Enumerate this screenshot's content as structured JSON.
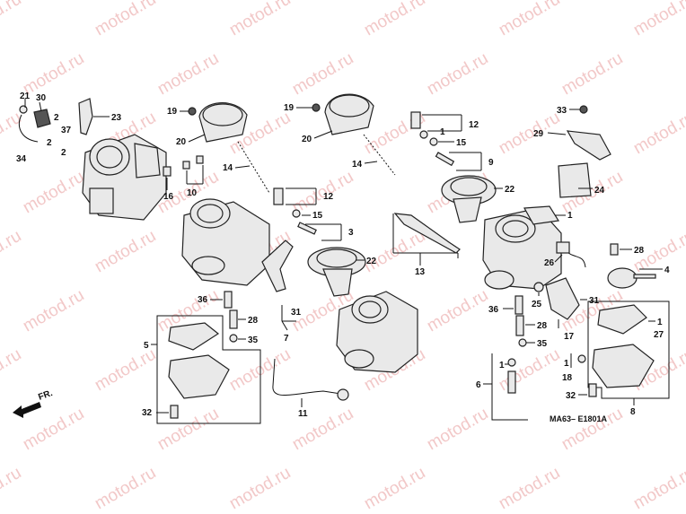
{
  "watermark": "motod.ru",
  "diagram_code": "MA63– E1801A",
  "direction_label": "FR.",
  "callouts": [
    "1",
    "2",
    "3",
    "4",
    "5",
    "6",
    "7",
    "8",
    "9",
    "10",
    "11",
    "12",
    "13",
    "14",
    "15",
    "16",
    "17",
    "18",
    "19",
    "20",
    "21",
    "22",
    "23",
    "24",
    "25",
    "26",
    "27",
    "28",
    "29",
    "30",
    "31",
    "32",
    "33",
    "34",
    "35",
    "36",
    "37"
  ]
}
